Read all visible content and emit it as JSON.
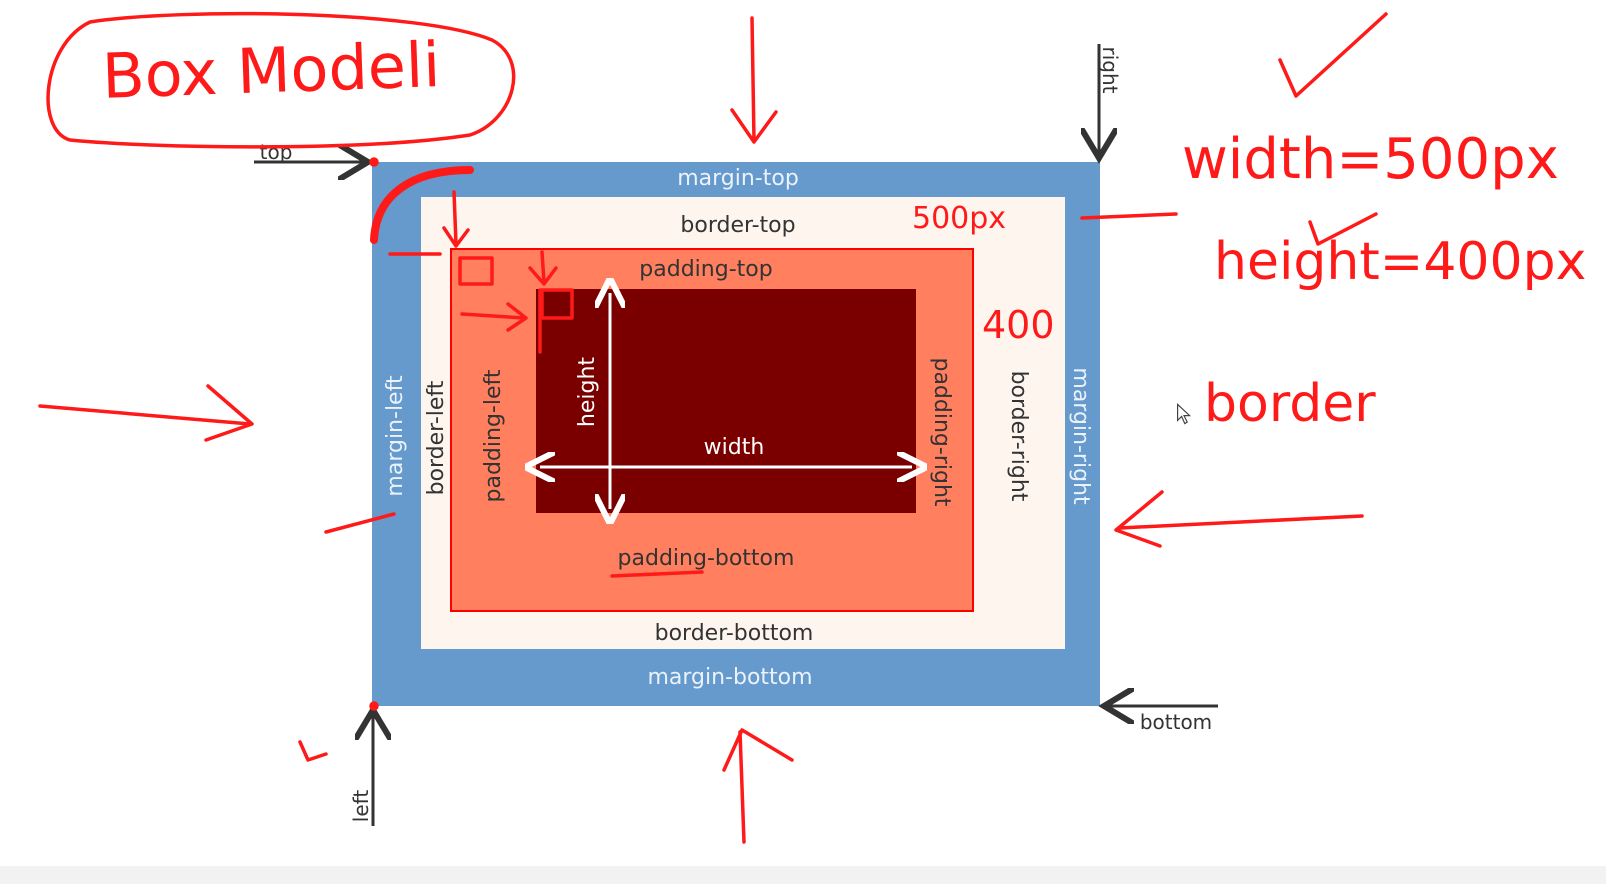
{
  "diagram": {
    "colors": {
      "margin": "#6699cc",
      "border": "#fdf5ee",
      "padding": "#ff7f5f",
      "content": "#7a0000",
      "padding_outline": "#ff0000",
      "annotation": "#ff1a1a",
      "arrow": "#333333"
    },
    "labels": {
      "margin_top": "margin-top",
      "margin_bottom": "margin-bottom",
      "margin_left": "margin-left",
      "margin_right": "margin-right",
      "border_top": "border-top",
      "border_bottom": "border-bottom",
      "border_left": "border-left",
      "border_right": "border-right",
      "padding_top": "padding-top",
      "padding_bottom": "padding-bottom",
      "padding_left": "padding-left",
      "padding_right": "padding-right",
      "height": "height",
      "width": "width"
    },
    "edges": {
      "top": "top",
      "right": "right",
      "bottom": "bottom",
      "left": "left"
    }
  },
  "annotations": {
    "title": "Box Modeli",
    "border_size": "500px",
    "inner_size": "400",
    "width_eq": "width=500px",
    "height_eq": "height=400px",
    "border_word": "border"
  }
}
